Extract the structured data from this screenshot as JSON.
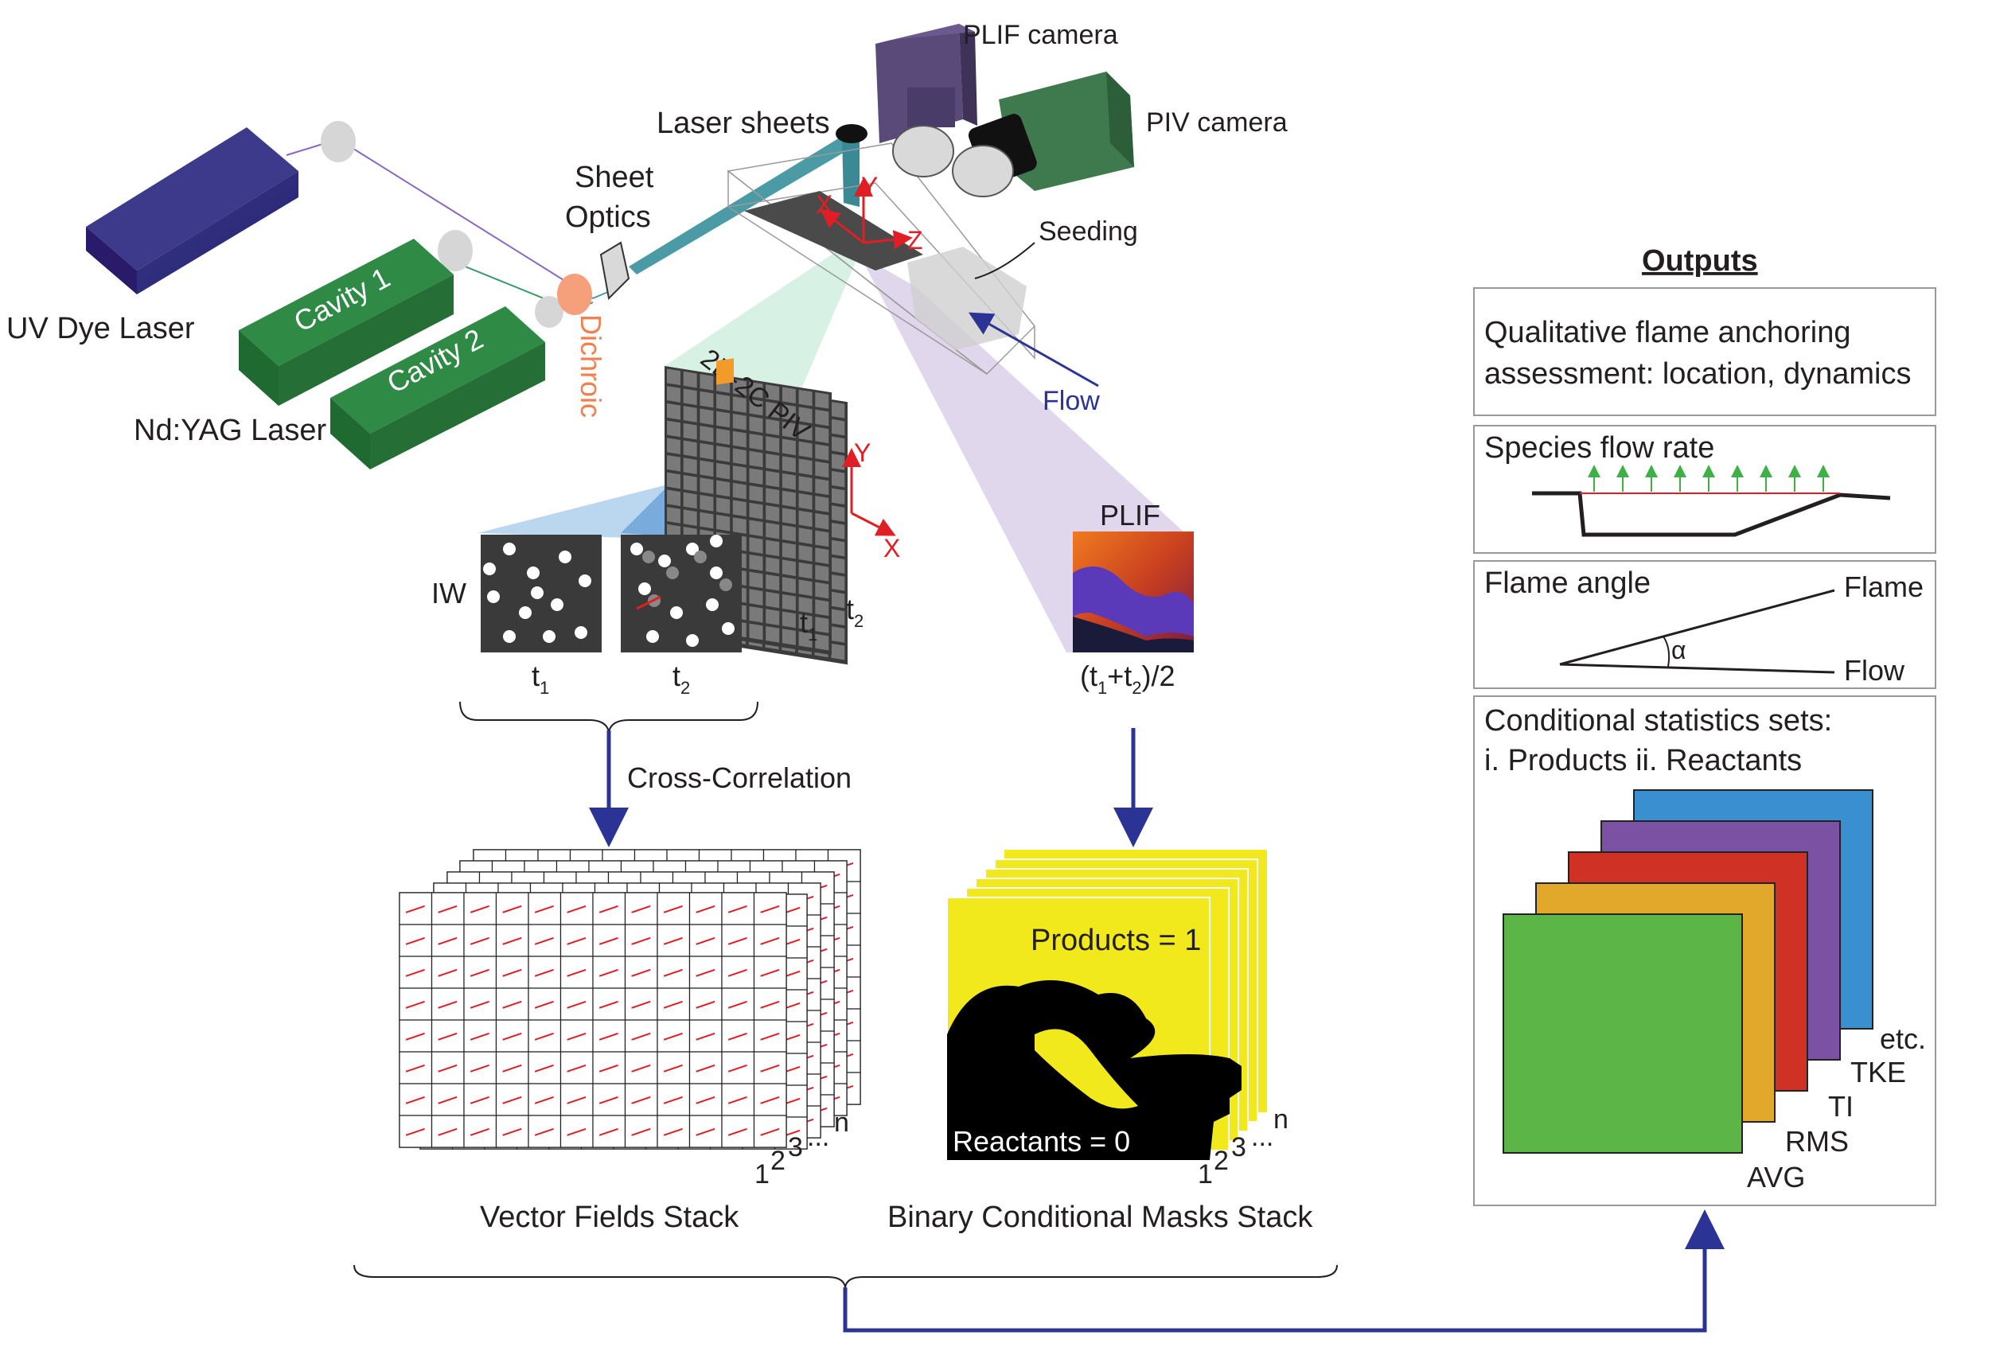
{
  "setup": {
    "uv_laser": "UV Dye Laser",
    "nd_yag": "Nd:YAG Laser",
    "cavity1": "Cavity 1",
    "cavity2": "Cavity 2",
    "dichroic": "Dichroic",
    "sheet_optics_1": "Sheet",
    "sheet_optics_2": "Optics",
    "laser_sheets": "Laser sheets",
    "plif_camera": "PLIF camera",
    "piv_camera": "PIV camera",
    "seeding": "Seeding",
    "flow": "Flow",
    "axis_x": "X",
    "axis_y": "Y",
    "axis_z": "Z"
  },
  "piv": {
    "title": "2D-2C PIV",
    "iw": "IW",
    "t1": "t",
    "t1_sub": "1",
    "t2": "t",
    "t2_sub": "2",
    "axis_x": "X",
    "axis_y": "Y",
    "cross_correlation": "Cross-Correlation",
    "stack_label": "Vector Fields Stack",
    "stack_index": [
      "1",
      "2",
      "3",
      "...",
      "n"
    ]
  },
  "plif": {
    "title": "PLIF",
    "time_label_open": "(t",
    "time_sub1": "1",
    "time_mid": "+t",
    "time_sub2": "2",
    "time_label_close": ")/2",
    "products": "Products = 1",
    "reactants": "Reactants = 0",
    "stack_label": "Binary Conditional Masks Stack",
    "stack_index": [
      "1",
      "2",
      "3",
      "...",
      "n"
    ]
  },
  "outputs": {
    "title": "Outputs",
    "box1_line1": "Qualitative flame anchoring",
    "box1_line2": "assessment: location, dynamics",
    "box2_title": "Species flow rate",
    "box3_title": "Flame angle",
    "box3_flame": "Flame",
    "box3_flow": "Flow",
    "box3_alpha": "α",
    "box4_line1": "Conditional statistics sets:",
    "box4_line2": "i. Products ii. Reactants",
    "stat_layers": [
      "AVG",
      "RMS",
      "TI",
      "TKE",
      "etc."
    ]
  },
  "colors": {
    "uv_laser": "#2e2a7a",
    "cavity": "#2f7d3e",
    "dichroic": "#f5a07a",
    "beam_sheet": "#4a9ba6",
    "piv_fan": "#cdeedd",
    "plif_fan": "#d8cde8",
    "arrow": "#2b3494",
    "vector": "#e01e24",
    "mask_yellow": "#f2e91c",
    "layer_green": "#5cb547",
    "layer_orange": "#e2a82b",
    "layer_red": "#cf3124",
    "layer_purple": "#7a51a3",
    "layer_blue": "#3a8fd1"
  }
}
